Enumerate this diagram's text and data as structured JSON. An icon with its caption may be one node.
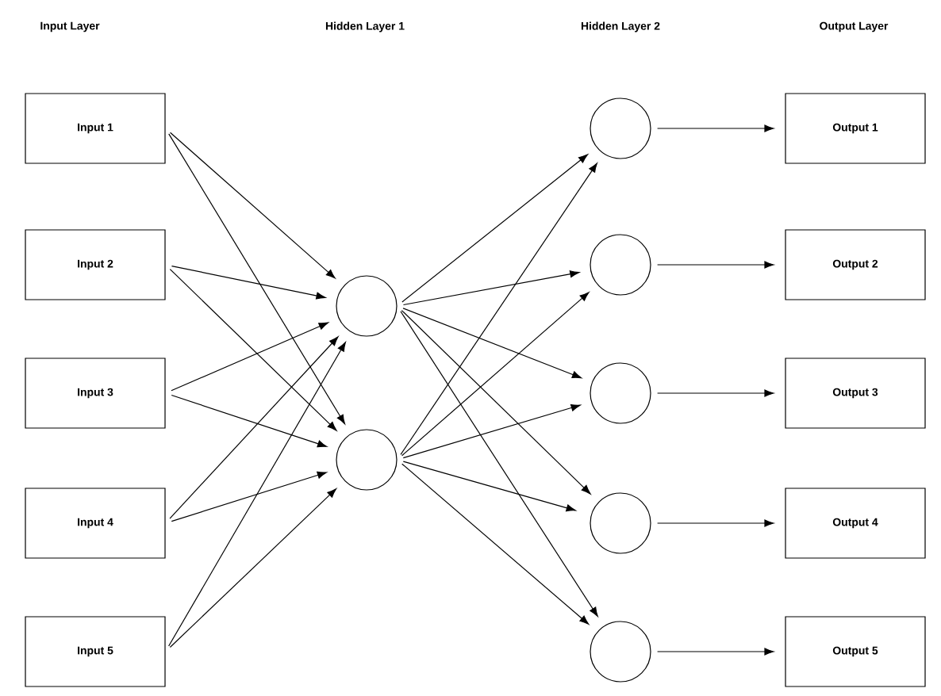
{
  "diagram": {
    "nodes": [
      {
        "text": [
          "Input 1"
        ]
      },
      {
        "text": [
          "Input 2"
        ]
      },
      {
        "text": [
          "Input 3"
        ]
      },
      {
        "text": [
          "Input 4"
        ]
      },
      {
        "text": [
          "Input 5"
        ]
      },
      {
        "text": [],
        "shape": "circle"
      },
      {
        "text": [],
        "shape": "circle"
      },
      {
        "text": [],
        "shape": "circle"
      },
      {
        "text": [],
        "shape": "circle"
      },
      {
        "text": [],
        "shape": "circle"
      },
      {
        "text": [],
        "shape": "circle"
      },
      {
        "text": [],
        "shape": "circle"
      },
      {
        "text": [
          "Output 1"
        ]
      },
      {
        "text": [
          "Output 2"
        ]
      },
      {
        "text": [
          "Output 3"
        ]
      },
      {
        "text": [
          "Output 4"
        ]
      },
      {
        "text": [
          "Output 5"
        ]
      }
    ],
    "edges": [
      {
        "from": 0,
        "to": 5,
        "arrow": "to"
      },
      {
        "from": 0,
        "to": 6,
        "arrow": "to"
      },
      {
        "from": 1,
        "to": 5,
        "arrow": "to"
      },
      {
        "from": 1,
        "to": 6,
        "arrow": "to"
      },
      {
        "from": 2,
        "to": 5,
        "arrow": "to"
      },
      {
        "from": 2,
        "to": 6,
        "arrow": "to"
      },
      {
        "from": 3,
        "to": 5,
        "arrow": "to"
      },
      {
        "from": 3,
        "to": 6,
        "arrow": "to"
      },
      {
        "from": 4,
        "to": 5,
        "arrow": "to"
      },
      {
        "from": 4,
        "to": 6,
        "arrow": "to"
      },
      {
        "from": 5,
        "to": 7,
        "arrow": "to"
      },
      {
        "from": 5,
        "to": 8,
        "arrow": "to"
      },
      {
        "from": 5,
        "to": 9,
        "arrow": "to"
      },
      {
        "from": 5,
        "to": 10,
        "arrow": "to"
      },
      {
        "from": 5,
        "to": 11,
        "arrow": "to"
      },
      {
        "from": 6,
        "to": 7,
        "arrow": "to"
      },
      {
        "from": 6,
        "to": 8,
        "arrow": "to"
      },
      {
        "from": 6,
        "to": 9,
        "arrow": "to"
      },
      {
        "from": 6,
        "to": 10,
        "arrow": "to"
      },
      {
        "from": 6,
        "to": 11,
        "arrow": "to"
      },
      {
        "from": 7,
        "to": 12,
        "arrow": "to"
      },
      {
        "from": 8,
        "to": 13,
        "arrow": "to"
      },
      {
        "from": 9,
        "to": 14,
        "arrow": "to"
      },
      {
        "from": 10,
        "to": 15,
        "arrow": "to"
      },
      {
        "from": 11,
        "to": 16,
        "arrow": "to"
      }
    ],
    "labels": [
      "Input Layer",
      "Hidden Layer 1",
      "Hidden Layer 2",
      "Output Layer"
    ]
  }
}
